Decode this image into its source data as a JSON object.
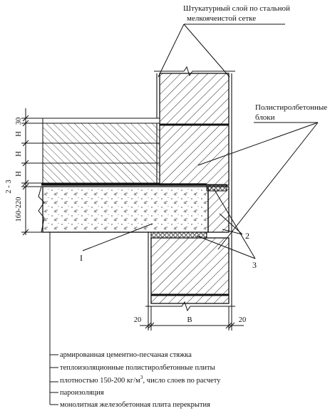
{
  "labels": {
    "plaster_line1": "Штукатурный слой по стальной",
    "plaster_line2": "мелкоячеистой сетке",
    "blocks_line1": "Полистиролбетонные",
    "blocks_line2": "блоки",
    "callout_1": "I",
    "callout_2": "2",
    "callout_3": "3"
  },
  "dimensions": {
    "d30": "30",
    "h1": "Н",
    "h2": "Н",
    "h3": "Н",
    "d2_3": "2 - 3",
    "d160_220": "160-220",
    "d20_left": "20",
    "b": "В",
    "d20_right": "20"
  },
  "legend": {
    "line1": "армированная цементно-песчаная стяжка",
    "line2": "теплоизоляционные полистиролбетонные плиты",
    "line3_a": "плотностью 150-200 кг/м",
    "line3_sup": "3",
    "line3_b": ", число слоев по расчету",
    "line4": "пароизоляция",
    "line5": "монолитная железобетонная плита перекрытия"
  }
}
